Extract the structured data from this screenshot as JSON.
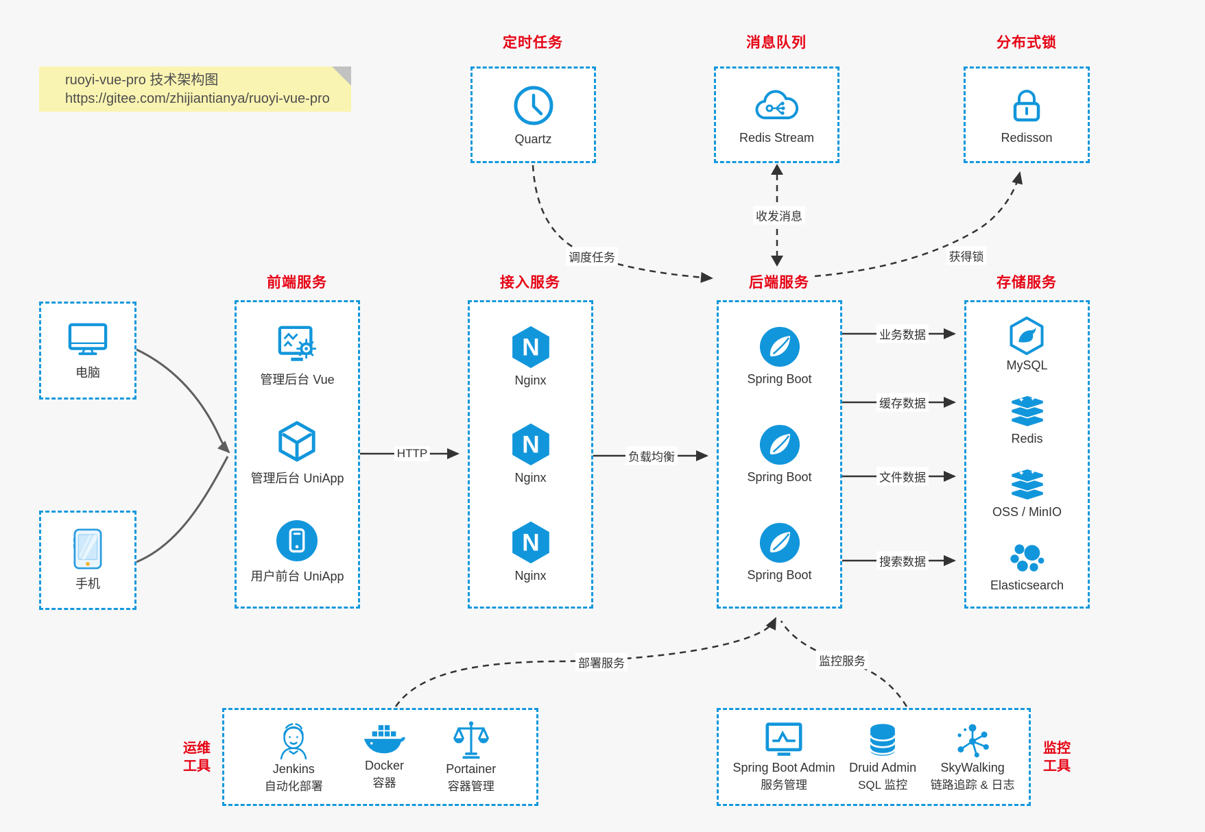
{
  "note": {
    "title": "ruoyi-vue-pro 技术架构图",
    "url": "https://gitee.com/zhijiantianya/ruoyi-vue-pro"
  },
  "colors": {
    "accent_blue": "#1296db",
    "title_red": "#e60213",
    "arrow_dark": "#333333",
    "client_curve_gray": "#666666",
    "note_bg": "#faf4b2",
    "page_bg": "#f7f7f8"
  },
  "clients": {
    "desktop": {
      "icon": "desktop-icon",
      "label": "电脑"
    },
    "mobile": {
      "icon": "mobile-icon",
      "label": "手机"
    }
  },
  "groups": {
    "scheduler": {
      "title": "定时任务",
      "items": [
        {
          "icon": "clock-icon",
          "label": "Quartz"
        }
      ]
    },
    "mq": {
      "title": "消息队列",
      "items": [
        {
          "icon": "cloud-stream-icon",
          "label": "Redis Stream"
        }
      ]
    },
    "lock": {
      "title": "分布式锁",
      "items": [
        {
          "icon": "lock-icon",
          "label": "Redisson"
        }
      ]
    },
    "frontend": {
      "title": "前端服务",
      "items": [
        {
          "icon": "admin-vue-icon",
          "label": "管理后台 Vue"
        },
        {
          "icon": "uniapp-cube-icon",
          "label": "管理后台 UniApp"
        },
        {
          "icon": "user-app-icon",
          "label": "用户前台 UniApp"
        }
      ]
    },
    "gateway": {
      "title": "接入服务",
      "items": [
        {
          "icon": "nginx-icon",
          "label": "Nginx"
        },
        {
          "icon": "nginx-icon",
          "label": "Nginx"
        },
        {
          "icon": "nginx-icon",
          "label": "Nginx"
        }
      ]
    },
    "backend": {
      "title": "后端服务",
      "items": [
        {
          "icon": "spring-boot-icon",
          "label": "Spring Boot"
        },
        {
          "icon": "spring-boot-icon",
          "label": "Spring Boot"
        },
        {
          "icon": "spring-boot-icon",
          "label": "Spring Boot"
        }
      ]
    },
    "storage": {
      "title": "存储服务",
      "items": [
        {
          "icon": "mysql-icon",
          "label": "MySQL"
        },
        {
          "icon": "redis-icon",
          "label": "Redis"
        },
        {
          "icon": "oss-minio-icon",
          "label": "OSS / MinIO"
        },
        {
          "icon": "elasticsearch-icon",
          "label": "Elasticsearch"
        }
      ]
    },
    "ops": {
      "side1": "运维",
      "side2": "工具",
      "items": [
        {
          "icon": "jenkins-icon",
          "label": "Jenkins",
          "sublabel": "自动化部署"
        },
        {
          "icon": "docker-icon",
          "label": "Docker",
          "sublabel": "容器"
        },
        {
          "icon": "portainer-icon",
          "label": "Portainer",
          "sublabel": "容器管理"
        }
      ]
    },
    "monitoring": {
      "side1": "监控",
      "side2": "工具",
      "items": [
        {
          "icon": "spring-boot-admin-icon",
          "label": "Spring Boot Admin",
          "sublabel": "服务管理"
        },
        {
          "icon": "druid-icon",
          "label": "Druid Admin",
          "sublabel": "SQL 监控"
        },
        {
          "icon": "skywalking-icon",
          "label": "SkyWalking",
          "sublabel": "链路追踪 & 日志"
        }
      ]
    }
  },
  "edges": {
    "http": "HTTP",
    "load_balance": "负载均衡",
    "schedule": "调度任务",
    "message": "收发消息",
    "acquire_lock": "获得锁",
    "business_data": "业务数据",
    "cache_data": "缓存数据",
    "file_data": "文件数据",
    "search_data": "搜索数据",
    "deploy": "部署服务",
    "monitor": "监控服务"
  },
  "icons": {
    "nginx_letter": "N"
  }
}
